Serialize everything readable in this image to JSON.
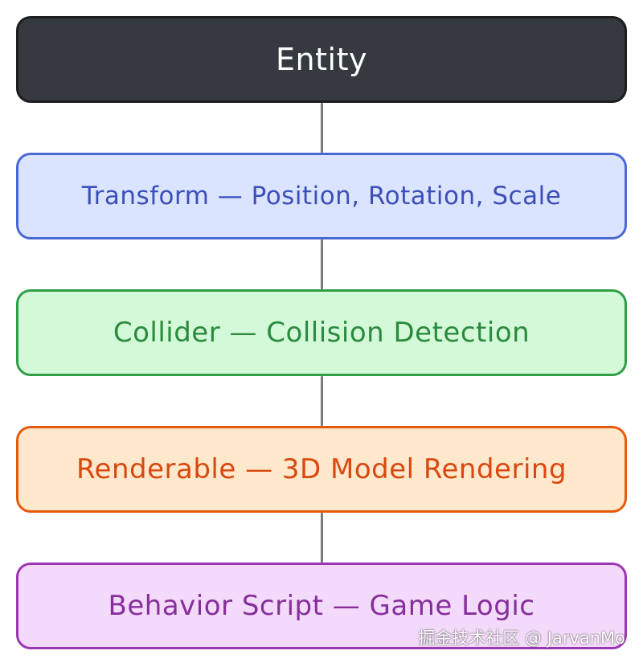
{
  "nodes": [
    {
      "label": "Entity",
      "fill": "#343a40",
      "stroke": "#1e1e1e",
      "text_color": "#ffffff"
    },
    {
      "label": "Transform — Position, Rotation, Scale",
      "fill": "#dbe4ff",
      "stroke": "#4a68d4",
      "text_color": "#3b4fb8"
    },
    {
      "label": "Collider — Collision Detection",
      "fill": "#d3f9d8",
      "stroke": "#2f9e44",
      "text_color": "#2b8a3e"
    },
    {
      "label": "Renderable — 3D Model Rendering",
      "fill": "#ffe8cc",
      "stroke": "#e8590c",
      "text_color": "#d9480f"
    },
    {
      "label": "Behavior Script — Game Logic",
      "fill": "#f3d9fa",
      "stroke": "#9c36b5",
      "text_color": "#862e9c"
    }
  ],
  "connector_color": "#7a7a7a",
  "watermark": "掘金技术社区 @ JarvanMo"
}
